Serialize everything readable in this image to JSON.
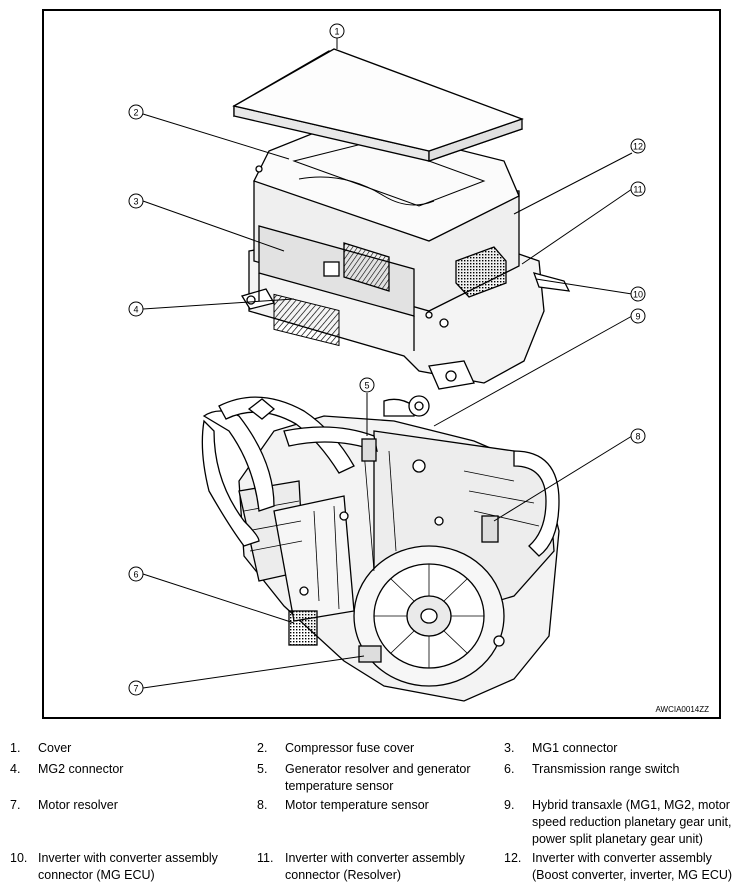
{
  "figure": {
    "code": "AWCIA0014ZZ",
    "callouts": [
      "1",
      "2",
      "3",
      "4",
      "5",
      "6",
      "7",
      "8",
      "9",
      "10",
      "11",
      "12"
    ]
  },
  "legend": [
    {
      "num": "1.",
      "text": "Cover"
    },
    {
      "num": "2.",
      "text": "Compressor fuse cover"
    },
    {
      "num": "3.",
      "text": "MG1 connector"
    },
    {
      "num": "4.",
      "text": "MG2 connector"
    },
    {
      "num": "5.",
      "text": "Generator resolver and generator temperature sensor"
    },
    {
      "num": "6.",
      "text": "Transmission range switch"
    },
    {
      "num": "7.",
      "text": "Motor resolver"
    },
    {
      "num": "8.",
      "text": "Motor temperature sensor"
    },
    {
      "num": "9.",
      "text": "Hybrid transaxle (MG1, MG2, motor speed reduction planetary gear unit, power split planetary gear unit)"
    },
    {
      "num": "10.",
      "text": "Inverter with converter assembly connector (MG ECU)"
    },
    {
      "num": "11.",
      "text": "Inverter with converter assembly connector (Resolver)"
    },
    {
      "num": "12.",
      "text": "Inverter with converter assembly (Boost converter, inverter, MG ECU)"
    }
  ]
}
